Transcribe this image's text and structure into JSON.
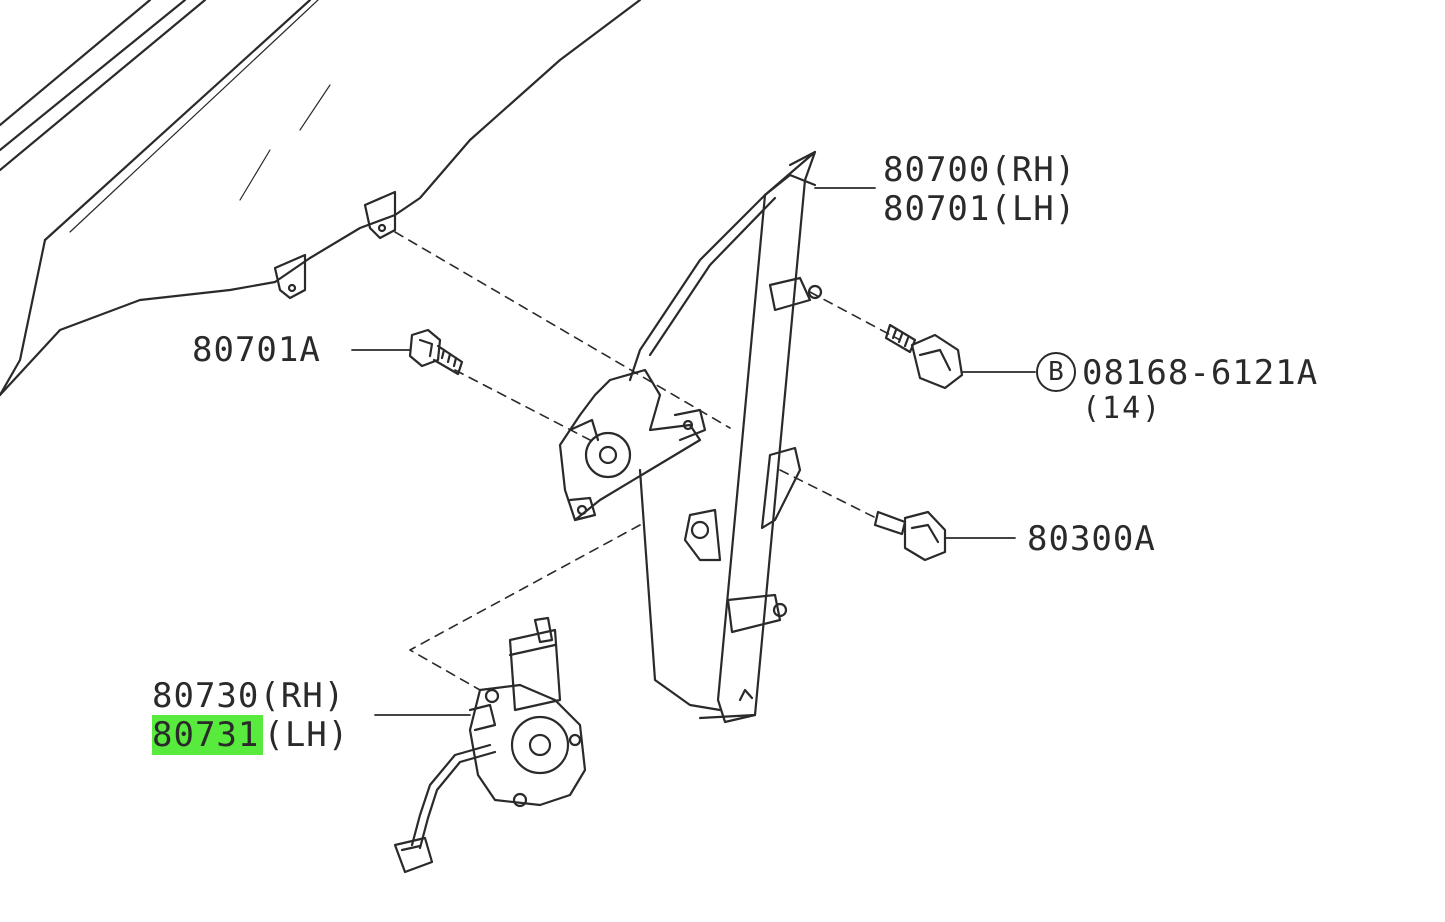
{
  "labels": {
    "regulator_rh": "80700(RH)",
    "regulator_lh": "80701(LH)",
    "bolt_a": "80701A",
    "bolt_b_marker": "B",
    "bolt_b_part": "08168-6121A",
    "bolt_b_qty": "(14)",
    "nut": "80300A",
    "motor_rh": "80730(RH)",
    "motor_lh_part": "80731",
    "motor_lh_side": "(LH)"
  },
  "colors": {
    "line": "#2a2a2a",
    "highlight": "#59ea3e"
  }
}
